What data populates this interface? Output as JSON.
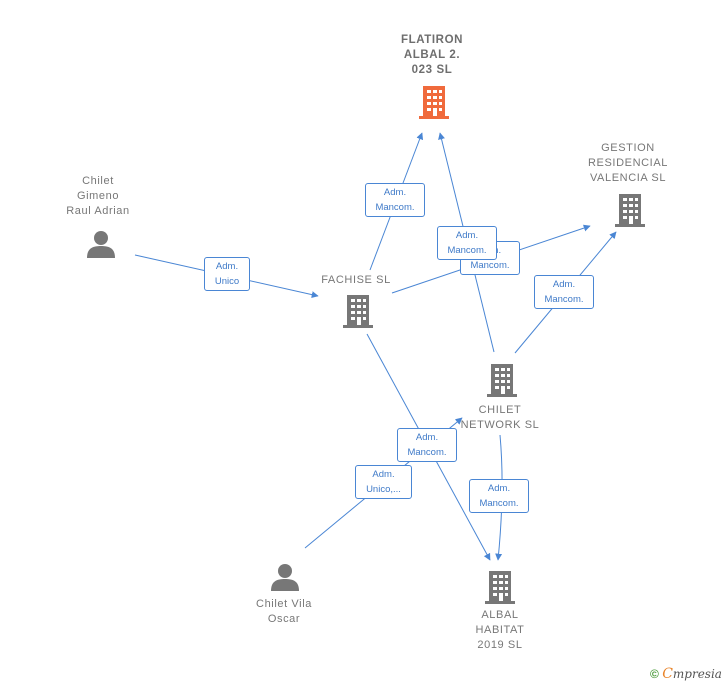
{
  "colors": {
    "company": "#777777",
    "company_highlight": "#f06a3c",
    "person": "#777777",
    "edge": "#4a86d4",
    "edge_label_text": "#3f7ac8"
  },
  "nodes": {
    "flatiron": {
      "label_lines": [
        "FLATIRON",
        "ALBAL 2.",
        "023  SL"
      ],
      "icon": "building-icon"
    },
    "gestion": {
      "label_lines": [
        "GESTION",
        "RESIDENCIAL",
        "VALENCIA  SL"
      ],
      "icon": "building-icon"
    },
    "raul": {
      "label_lines": [
        "Chilet",
        "Gimeno",
        "Raul Adrian"
      ],
      "icon": "person-icon"
    },
    "fachise": {
      "label_lines": [
        "FACHISE  SL"
      ],
      "icon": "building-icon"
    },
    "chilet_network": {
      "label_lines": [
        "CHILET",
        "NETWORK SL"
      ],
      "icon": "building-icon"
    },
    "albal_habitat": {
      "label_lines": [
        "ALBAL",
        "HABITAT",
        "2019  SL"
      ],
      "icon": "building-icon"
    },
    "oscar": {
      "label_lines": [
        "Chilet Vila",
        "Oscar"
      ],
      "icon": "person-icon"
    }
  },
  "edge_labels": {
    "raul_fachise": [
      "Adm.",
      "Unico"
    ],
    "fachise_flatiron": [
      "Adm.",
      "Mancom."
    ],
    "network_flatiron": [
      "Adm.",
      "Mancom."
    ],
    "fachise_gestion": [
      "Adm.",
      "Mancom."
    ],
    "network_gestion": [
      "Adm.",
      "Mancom."
    ],
    "fachise_albal": [
      "Adm.",
      "Mancom."
    ],
    "oscar_network": [
      "Adm.",
      "Unico,..."
    ],
    "network_albal": [
      "Adm.",
      "Mancom."
    ]
  },
  "watermark": {
    "copyright": "©",
    "brand_initial": "C",
    "brand_rest": "mpresia"
  }
}
